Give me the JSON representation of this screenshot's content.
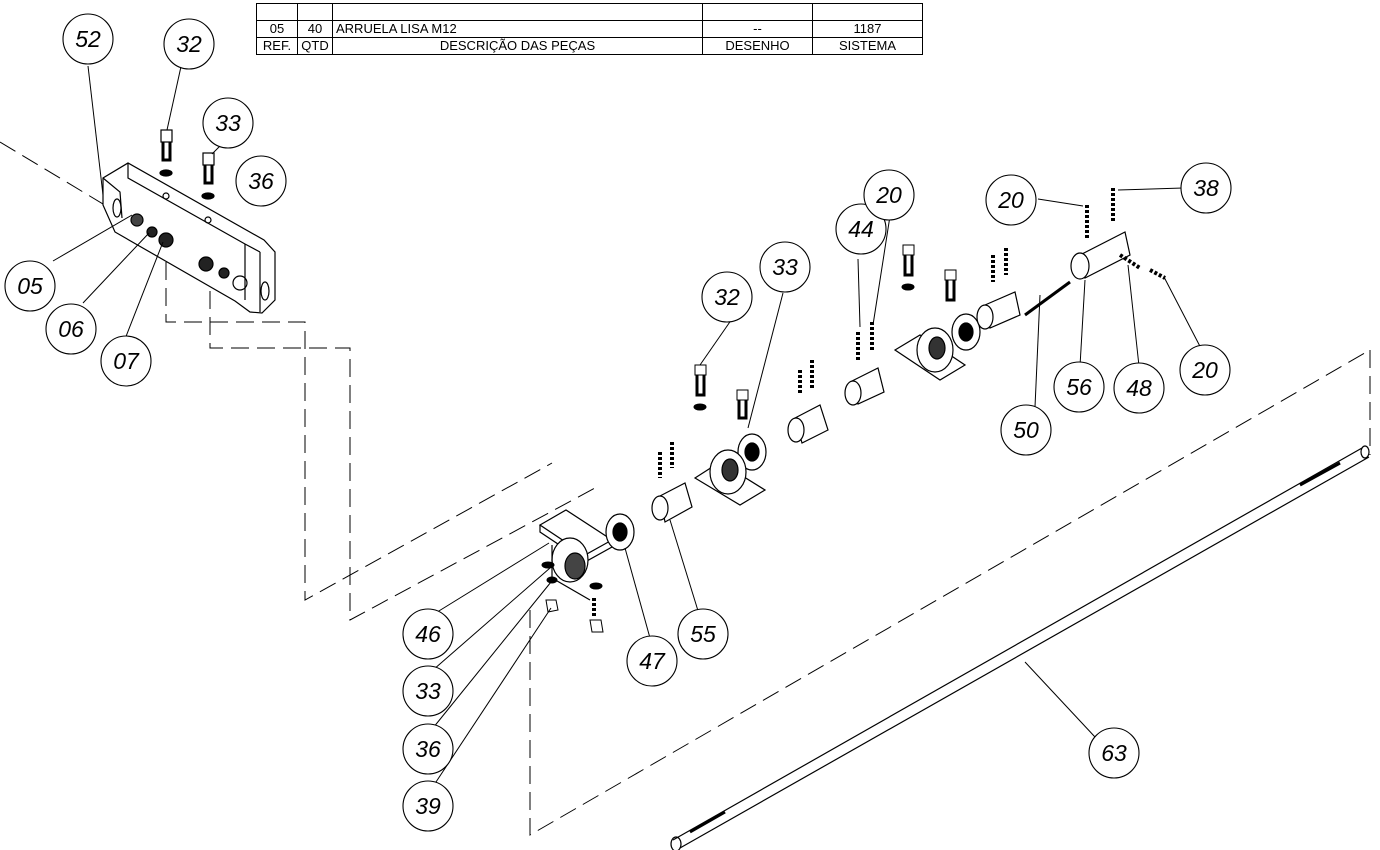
{
  "bom": {
    "partial_row": {
      "ref": "",
      "qtd": "",
      "descricao": "",
      "desenho": "",
      "sistema": ""
    },
    "row": {
      "ref": "05",
      "qtd": "40",
      "descricao": "ARRUELA LISA M12",
      "desenho": "--",
      "sistema": "1187"
    },
    "header": {
      "ref": "REF.",
      "qtd": "QTD",
      "descricao": "DESCRIÇÃO DAS PEÇAS",
      "desenho": "DESENHO",
      "sistema": "SISTEMA"
    }
  },
  "callouts": {
    "c52": "52",
    "c32a": "32",
    "c33a": "33",
    "c36a": "36",
    "c05": "05",
    "c06": "06",
    "c07": "07",
    "c32b": "32",
    "c33b": "33",
    "c44": "44",
    "c20a": "20",
    "c20b": "20",
    "c38": "38",
    "c56": "56",
    "c48": "48",
    "c20c": "20",
    "c50": "50",
    "c46": "46",
    "c33c": "33",
    "c36b": "36",
    "c39": "39",
    "c47": "47",
    "c55": "55",
    "c63": "63"
  }
}
